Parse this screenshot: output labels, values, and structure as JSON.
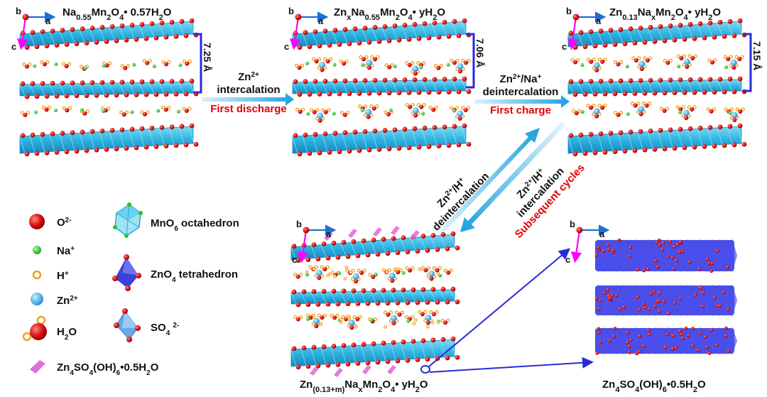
{
  "structures": [
    {
      "id": "s1",
      "title_html": "Na<tspan baseline-shift='sub' font-size='11'>0.55</tspan>Mn<tspan baseline-shift='sub' font-size='11'>2</tspan>O<tspan baseline-shift='sub' font-size='11'>4</tspan>• 0.57H<tspan baseline-shift='sub' font-size='11'>2</tspan>O",
      "spacing": "7.25 Å"
    },
    {
      "id": "s2",
      "title_html": "Zn<tspan baseline-shift='sub' font-size='11'>x</tspan>Na<tspan baseline-shift='sub' font-size='11'>0.55</tspan>Mn<tspan baseline-shift='sub' font-size='11'>2</tspan>O<tspan baseline-shift='sub' font-size='11'>4</tspan>• yH<tspan baseline-shift='sub' font-size='11'>2</tspan>O",
      "spacing": "7.06 Å"
    },
    {
      "id": "s3",
      "title_html": "Zn<tspan baseline-shift='sub' font-size='11'>0.13</tspan>Na<tspan baseline-shift='sub' font-size='11'>x</tspan>Mn<tspan baseline-shift='sub' font-size='11'>2</tspan>O<tspan baseline-shift='sub' font-size='11'>4</tspan>• yH<tspan baseline-shift='sub' font-size='11'>2</tspan>O",
      "spacing": "7.15 Å"
    },
    {
      "id": "s4",
      "title_html": "Zn<tspan baseline-shift='sub' font-size='11'>(0.13+m)</tspan>Na<tspan baseline-shift='sub' font-size='11'>x</tspan>Mn<tspan baseline-shift='sub' font-size='11'>2</tspan>O<tspan baseline-shift='sub' font-size='11'>4</tspan>• yH<tspan baseline-shift='sub' font-size='11'>2</tspan>O"
    },
    {
      "id": "s5",
      "title_html": "Zn<tspan baseline-shift='sub' font-size='11'>4</tspan>SO<tspan baseline-shift='sub' font-size='11'>4</tspan>(OH)<tspan baseline-shift='sub' font-size='11'>6</tspan>•0.5H<tspan baseline-shift='sub' font-size='11'>2</tspan>O"
    }
  ],
  "axes": {
    "b": "b",
    "a": "a",
    "c": "c"
  },
  "arrows": {
    "a1": {
      "line1_html": "Zn<tspan baseline-shift='super' font-size='10'>2+</tspan>",
      "line2": "intercalation",
      "red": "First discharge"
    },
    "a2": {
      "line1_html": "Zn<tspan baseline-shift='super' font-size='10'>2+</tspan>/Na<tspan baseline-shift='super' font-size='10'>+</tspan>",
      "line2": "deintercalation",
      "red": "First charge"
    },
    "a3": {
      "line1_html": "Zn<tspan baseline-shift='super' font-size='10'>2+</tspan>/H<tspan baseline-shift='super' font-size='10'>+</tspan>",
      "line2": "deintercalation"
    },
    "a4": {
      "line1_html": "Zn<tspan baseline-shift='super' font-size='10'>2+</tspan>/H<tspan baseline-shift='super' font-size='10'>+</tspan>",
      "line2": "intercalation",
      "red": "Subsequent cycles"
    }
  },
  "legend": {
    "o": "O<tspan baseline-shift='super' font-size='10'>2-</tspan>",
    "na": "Na<tspan baseline-shift='super' font-size='10'>+</tspan>",
    "h": "H<tspan baseline-shift='super' font-size='10'>+</tspan>",
    "zn": "Zn<tspan baseline-shift='super' font-size='10'>2+</tspan>",
    "h2o": "H<tspan baseline-shift='sub' font-size='10'>2</tspan>O",
    "zhs": "Zn<tspan baseline-shift='sub' font-size='10'>4</tspan>SO<tspan baseline-shift='sub' font-size='10'>4</tspan>(OH)<tspan baseline-shift='sub' font-size='10'>6</tspan>•0.5H<tspan baseline-shift='sub' font-size='10'>2</tspan>O",
    "mno6": "MnO<tspan baseline-shift='sub' font-size='10'>6</tspan> octahedron",
    "zno4": "ZnO<tspan baseline-shift='sub' font-size='10'>4</tspan> tetrahedron",
    "so4": "SO<tspan baseline-shift='sub' font-size='10'>4</tspan> <tspan baseline-shift='super' font-size='10'>2-</tspan>"
  },
  "colors": {
    "slab": "#33b8e3",
    "slab_dark": "#1b8fc0",
    "oxygen": "#d80f0f",
    "sodium": "#22c22e",
    "proton": "#f4a021",
    "zinc": "#35aef0",
    "zhs": "#e070d8",
    "blue_poly": "#2a2ee0",
    "bracket": "#2a2ad8",
    "axis_c": "#ff00ff",
    "axis_a": "#1f6fd0",
    "arrow": "#19a2de",
    "red_text": "#e10000"
  }
}
